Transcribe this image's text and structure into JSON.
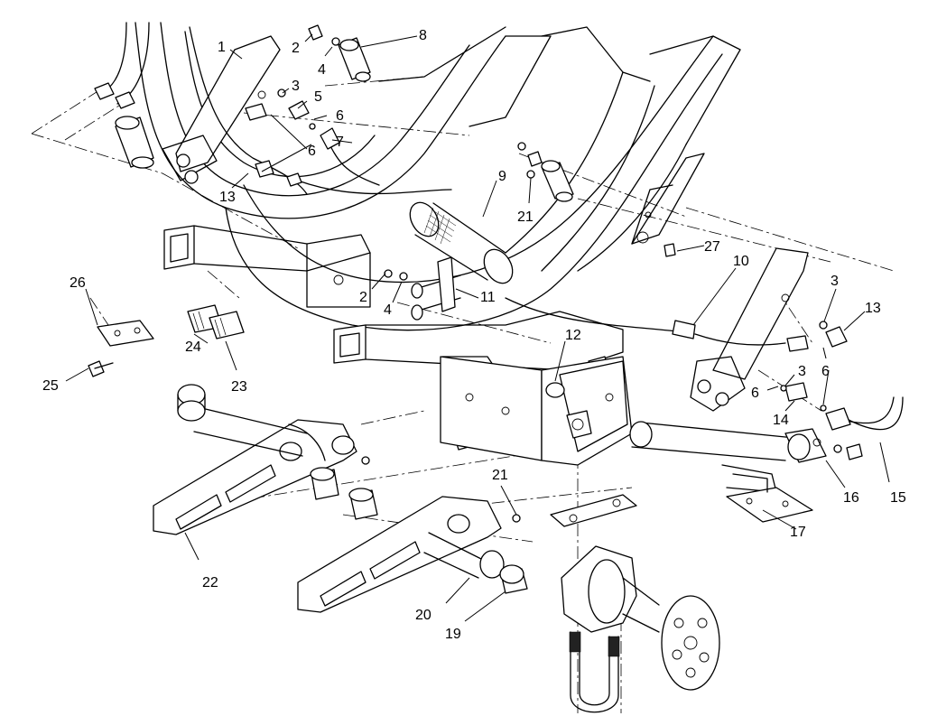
{
  "callouts": [
    "1",
    "2",
    "3",
    "4",
    "5",
    "6",
    "6",
    "7",
    "8",
    "9",
    "13",
    "21",
    "27",
    "10",
    "3",
    "13",
    "26",
    "2",
    "4",
    "11",
    "24",
    "23",
    "25",
    "12",
    "3",
    "6",
    "6",
    "14",
    "22",
    "21",
    "16",
    "15",
    "17",
    "20",
    "19"
  ]
}
